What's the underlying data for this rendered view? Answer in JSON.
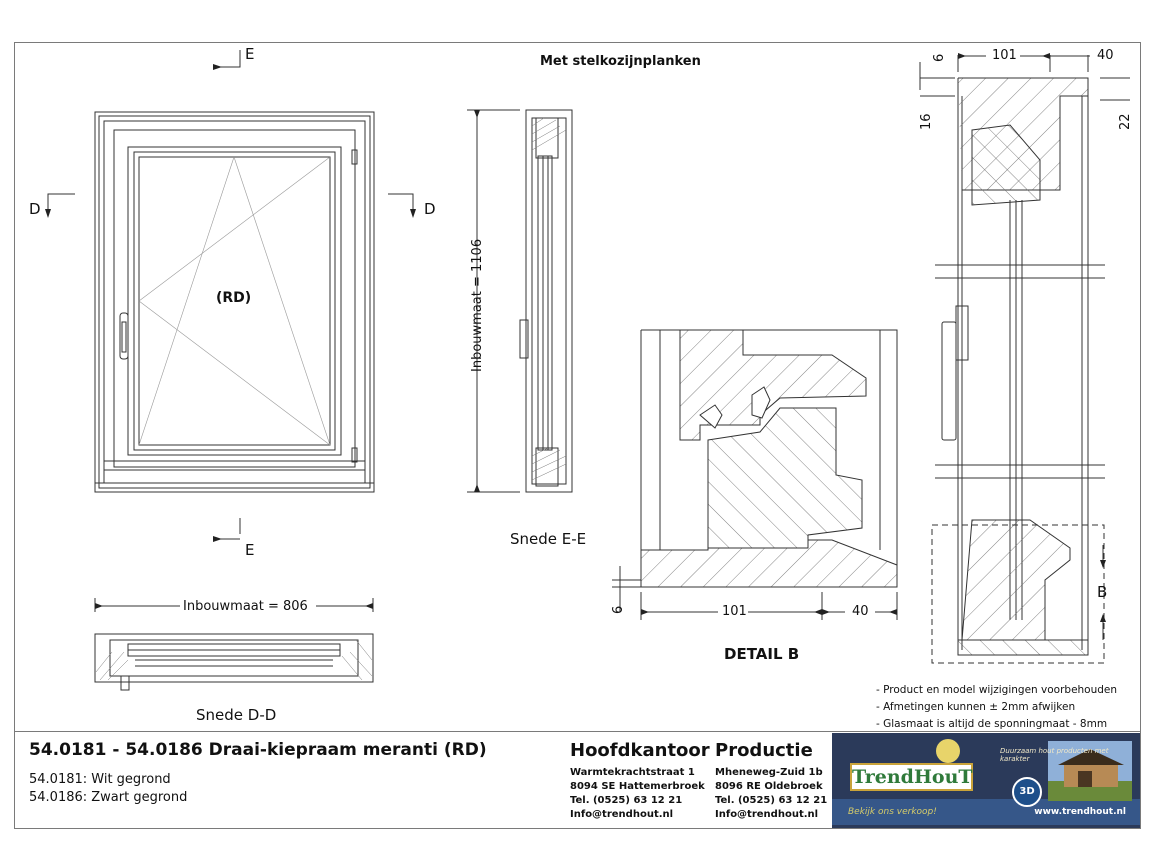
{
  "drawing": {
    "header_title": "Met stelkozijnplanken",
    "section_marks": {
      "e": "E",
      "d": "D",
      "b": "B"
    },
    "window_label": "(RD)",
    "height_label": "Inbouwmaat = 1106",
    "width_label": "Inbouwmaat = 806",
    "caption_ee": "Snede E-E",
    "caption_dd": "Snede D-D",
    "caption_detail": "DETAIL  B",
    "detail_dims": {
      "d6": "6",
      "d101": "101",
      "d40": "40"
    },
    "right_dims": {
      "top6": "6",
      "top101": "101",
      "top40": "40",
      "left16": "16",
      "right22": "22"
    }
  },
  "notes": [
    "- Product en model wijzigingen voorbehouden",
    "- Afmetingen kunnen ± 2mm afwijken",
    "- Glasmaat is altijd de sponningmaat - 8mm"
  ],
  "product": {
    "title": "54.0181 - 54.0186 Draai-kiepraam meranti (RD)",
    "variants": [
      "54.0181: Wit gegrond",
      "54.0186: Zwart gegrond"
    ]
  },
  "office": {
    "heading": "Hoofdkantoor",
    "lines": [
      "Warmtekrachtstraat 1",
      "8094 SE Hattemerbroek",
      "Tel. (0525) 63 12 21",
      "Info@trendhout.nl"
    ]
  },
  "production": {
    "heading": "Productie",
    "lines": [
      "Mheneweg-Zuid 1b",
      "8096 RE Oldebroek",
      "Tel. (0525) 63 12 21",
      "Info@trendhout.nl"
    ]
  },
  "logo": {
    "brand": "TrendHouT",
    "slogan": "Duurzaam hout producten met karakter",
    "badge": "3D",
    "tagline": "Bekijk ons verkoop!",
    "url": "www.trendhout.nl"
  },
  "colors": {
    "line": "#333333",
    "hatch": "#666666",
    "logo_bg": "#2b3a5a"
  }
}
